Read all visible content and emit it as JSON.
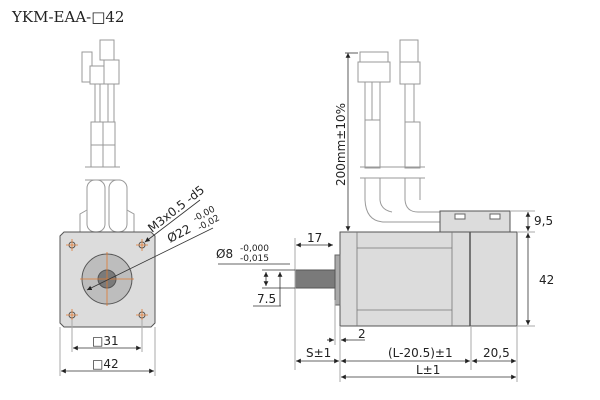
{
  "title": "YKM-EAA-□42",
  "front_view": {
    "thread_label": "M3x0.5 -d5",
    "boss_label": "Ø22",
    "boss_tol_upper": "-0,00",
    "boss_tol_lower": "-0,02",
    "hole_pitch": "□31",
    "flange_size": "□42"
  },
  "side_view": {
    "shaft_dia": "Ø8",
    "shaft_tol_upper": "-0,000",
    "shaft_tol_lower": "-0,015",
    "flat_dim": "7.5",
    "shaft_len": "17",
    "cable_len": "200mm±10%",
    "connector_height": "9,5",
    "body_height": "42",
    "boss_thickness": "2",
    "shaft_ext": "S±1",
    "motor_len": "(L-20.5)±1",
    "encoder_len": "20,5",
    "total_len": "L±1"
  },
  "colors": {
    "body": "#dcdcdc",
    "centerline": "#e07a30",
    "shaft": "#7a7a7a"
  }
}
